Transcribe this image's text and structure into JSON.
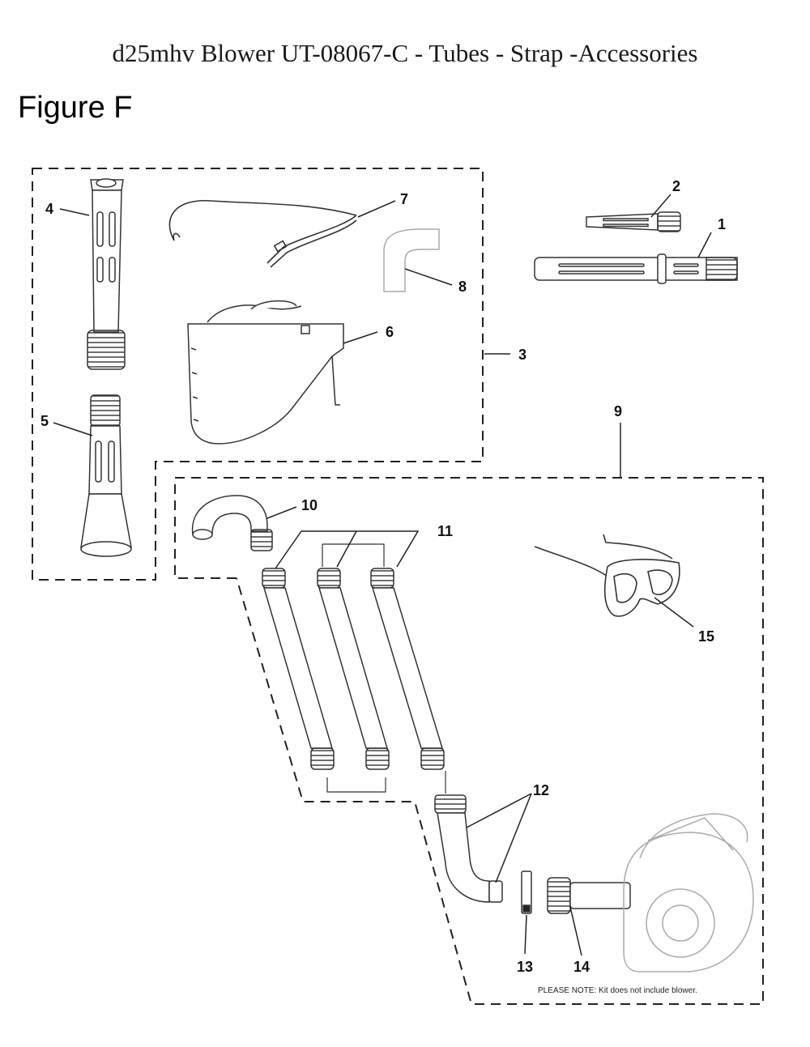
{
  "title": "d25mhv Blower UT-08067-C - Tubes - Strap -Accessories",
  "figure_label": "Figure F",
  "callouts": {
    "p1": "1",
    "p2": "2",
    "p3": "3",
    "p4": "4",
    "p5": "5",
    "p6": "6",
    "p7": "7",
    "p8": "8",
    "p9": "9",
    "p10": "10",
    "p11": "11",
    "p12": "12",
    "p13": "13",
    "p14": "14",
    "p15": "15"
  },
  "note": "PLEASE NOTE: Kit does not include blower."
}
